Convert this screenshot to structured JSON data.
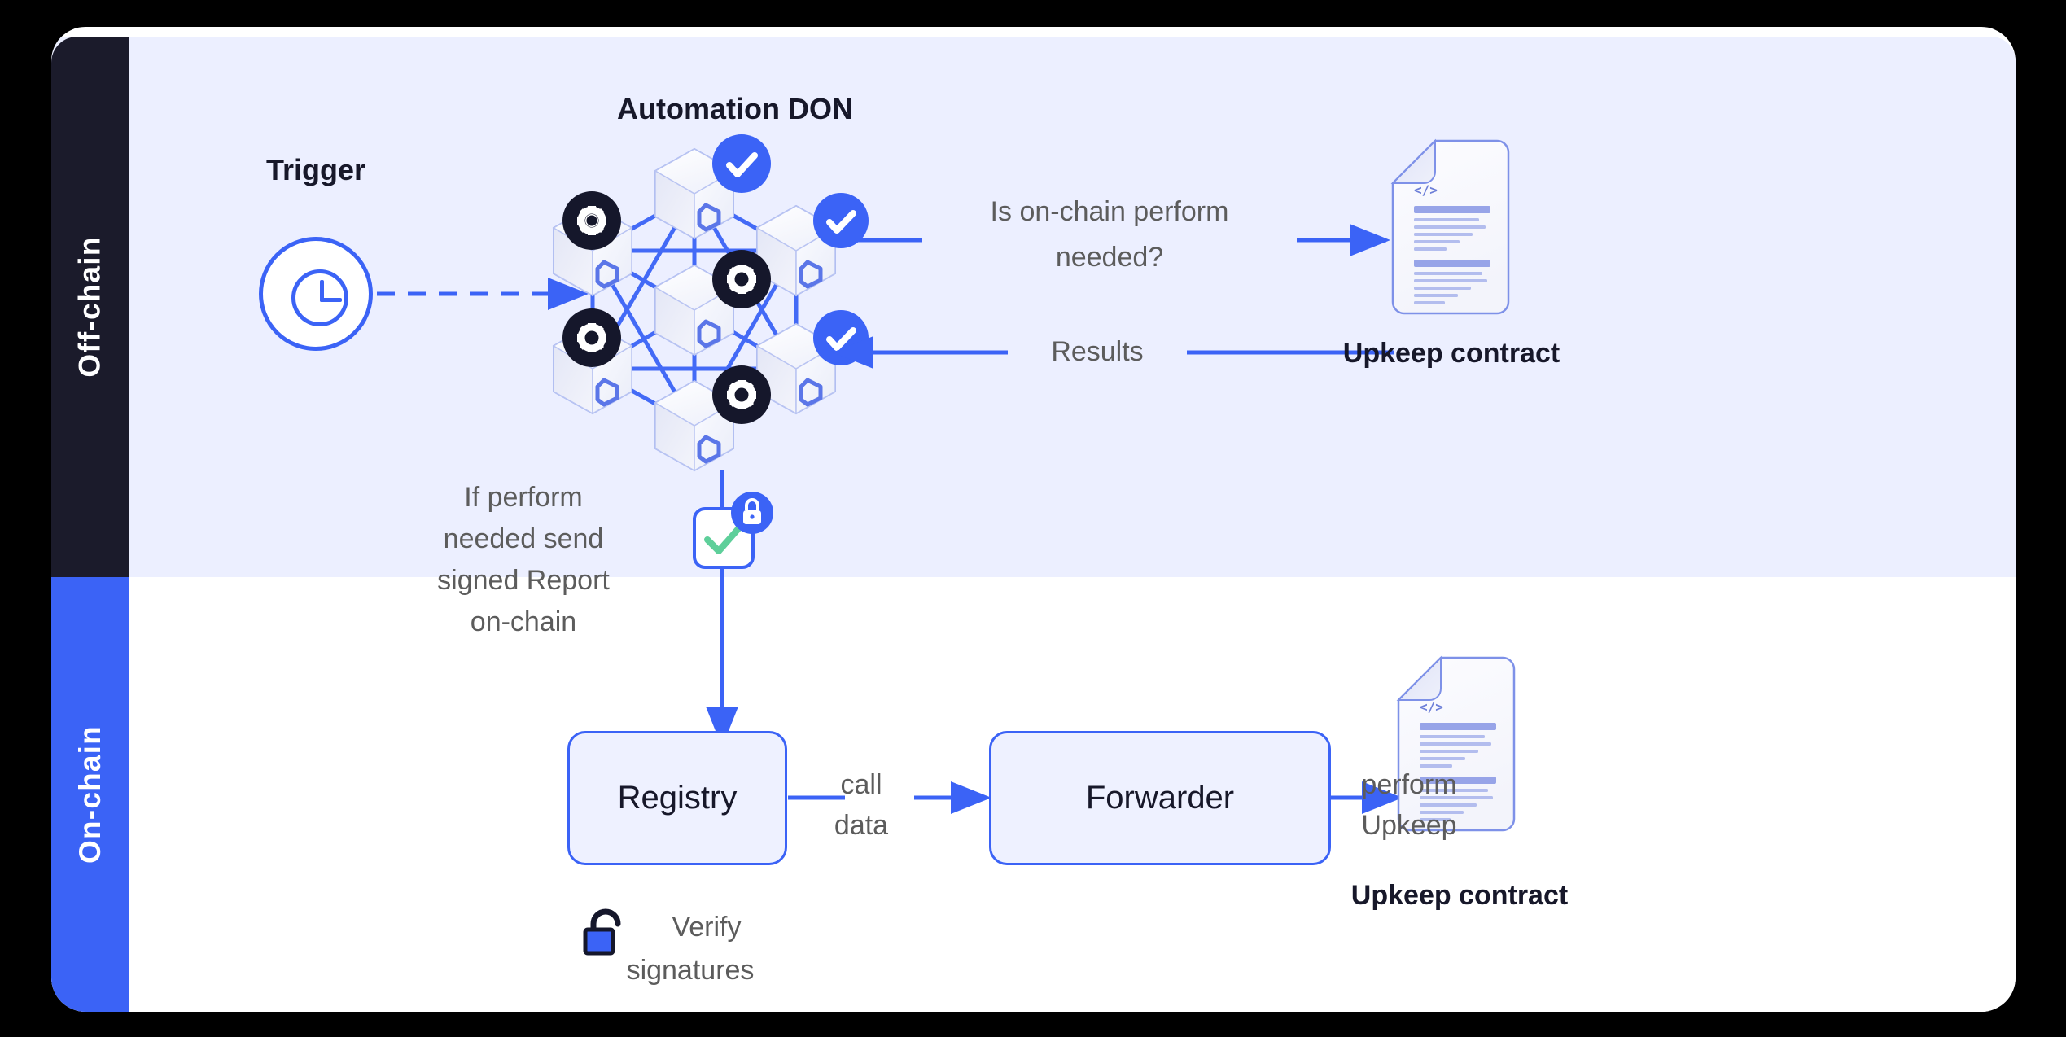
{
  "diagram": {
    "title": "Chainlink Automation architecture",
    "colors": {
      "accent_blue": "#3b63f6",
      "offchain_band": "#ecefff",
      "offchain_sidebar": "#1b1b2b",
      "onchain_sidebar": "#3b63f6",
      "text_gray": "#5c5c5c",
      "text_dark": "#17182a",
      "check_green": "#5ecf9a",
      "doc_line": "#9aa6ee",
      "page_background": "#000000",
      "card_background": "#ffffff"
    }
  },
  "lanes": {
    "offchain_label": "Off-chain",
    "onchain_label": "On-chain"
  },
  "offchain": {
    "trigger_label": "Trigger",
    "trigger_icon": "clock-icon",
    "don_title": "Automation DON",
    "question_label": "Is on-chain perform\nneeded?",
    "question_line1": "Is on-chain perform",
    "question_line2": "needed?",
    "results_label": "Results",
    "upkeep_contract_label": "Upkeep contract",
    "report_note_line1": "If perform",
    "report_note_line2": "needed send",
    "report_note_line3": "signed Report",
    "report_note_line4": "on-chain",
    "report_icon": "signed-report-check-icon",
    "report_badge_icon": "lock-icon"
  },
  "don": {
    "node_count": 8,
    "check_badge_count": 3,
    "gear_badge_count": 4,
    "check_icon": "check-circle-icon",
    "gear_icon": "gear-circle-icon",
    "node_icon": "chainlink-cube-node"
  },
  "onchain": {
    "registry_label": "Registry",
    "forwarder_label": "Forwarder",
    "upkeep_contract_label": "Upkeep contract",
    "call_data_line1": "call",
    "call_data_line2": "data",
    "perform_upkeep_line1": "perform",
    "perform_upkeep_line2": "Upkeep",
    "verify_line1": "Verify",
    "verify_line2": "signatures",
    "verify_icon": "unlock-icon"
  }
}
